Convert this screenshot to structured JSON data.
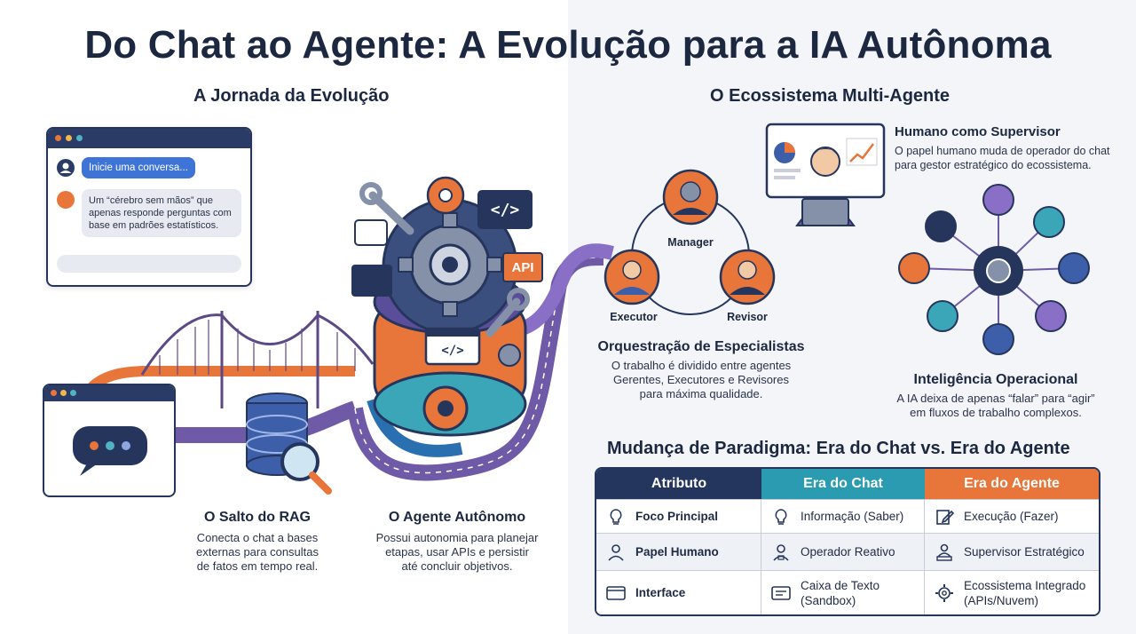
{
  "title": "Do Chat ao Agente: A Evolução para a IA Autônoma",
  "left": {
    "heading": "A Jornada da Evolução",
    "chat": {
      "prompt": "Inicie uma conversa...",
      "reply": "Um “cérebro sem mãos” que apenas responde perguntas com base em padrões estatísticos."
    },
    "tool_labels": {
      "api": "API",
      "code": "</>"
    },
    "rag": {
      "title": "O Salto do RAG",
      "lines": [
        "Conecta o chat a bases",
        "externas para consultas",
        "de fatos em tempo real."
      ]
    },
    "agent": {
      "title": "O Agente Autônomo",
      "lines": [
        "Possui autonomia para planejar",
        "etapas, usar APIs e persistir",
        "até concluir objetivos."
      ]
    }
  },
  "right": {
    "heading": "O Ecossistema Multi-Agente",
    "human": {
      "title": "Humano como Supervisor",
      "lines": [
        "O papel humano muda de operador do chat",
        "para gestor estratégico do ecossistema."
      ]
    },
    "roles": {
      "manager": "Manager",
      "executor": "Executor",
      "reviewer": "Revisor"
    },
    "orchestration": {
      "title": "Orquestração de Especialistas",
      "lines": [
        "O trabalho é dividido entre agentes",
        "Gerentes, Executores e Revisores",
        "para máxima qualidade."
      ]
    },
    "ops": {
      "title": "Inteligência Operacional",
      "lines": [
        "A IA deixa de apenas “falar” para “agir”",
        "em fluxos de trabalho complexos."
      ]
    }
  },
  "table": {
    "title": "Mudança de Paradigma: Era do Chat vs. Era do Agente",
    "headers": [
      "Atributo",
      "Era do Chat",
      "Era do Agente"
    ],
    "header_colors": [
      "#24355e",
      "#2a9bb0",
      "#e8753a"
    ],
    "rows": [
      {
        "attr": "Foco Principal",
        "attr_icon": "lightbulb-icon",
        "chat": "Informação (Saber)",
        "chat_icon": "lightbulb-icon",
        "agent": "Execução (Fazer)",
        "agent_icon": "edit-icon"
      },
      {
        "attr": "Papel Humano",
        "attr_icon": "person-icon",
        "chat": "Operador Reativo",
        "chat_icon": "operator-icon",
        "agent": "Supervisor Estratégico",
        "agent_icon": "supervisor-icon"
      },
      {
        "attr": "Interface",
        "attr_icon": "window-icon",
        "chat": "Caixa de Texto (Sandbox)",
        "chat_icon": "textbox-icon",
        "agent": "Ecossistema Integrado (APIs/Nuvem)",
        "agent_icon": "gear-icon"
      }
    ]
  },
  "colors": {
    "navy": "#25355c",
    "orange": "#e8753a",
    "teal": "#2a9bb0",
    "purple": "#6f5aa8",
    "blue": "#3d74d6"
  }
}
